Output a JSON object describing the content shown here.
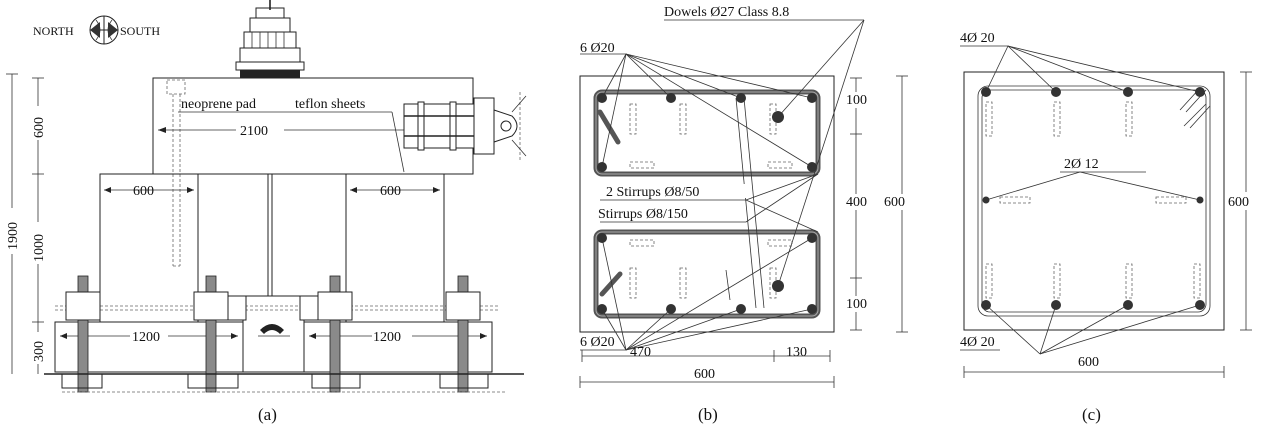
{
  "panel_a": {
    "compass": {
      "north": "NORTH",
      "south": "SOUTH"
    },
    "labels": {
      "neoprene": "neoprene pad",
      "teflon": "teflon sheets",
      "width_2100": "2100",
      "col_left": "600",
      "col_right": "600",
      "base_left": "1200",
      "base_right": "1200",
      "dim_1900": "1900",
      "dim_600": "600",
      "dim_1000": "1000",
      "dim_300": "300"
    },
    "caption": "(a)"
  },
  "panel_b": {
    "labels": {
      "dowels": "Dowels Ø27 Class 8.8",
      "top_bars": "6 Ø20",
      "bottom_bars": "6 Ø20",
      "stirrups_2": "2 Stirrups Ø8/50",
      "stirrups": "Stirrups Ø8/150",
      "dim_100_top": "100",
      "dim_400": "400",
      "dim_100_bot": "100",
      "dim_600_side": "600",
      "dim_470": "470",
      "dim_130": "130",
      "dim_600_bottom": "600"
    },
    "caption": "(b)"
  },
  "panel_c": {
    "labels": {
      "top_bars": "4Ø 20",
      "mid_bars": "2Ø 12",
      "bottom_bars": "4Ø 20",
      "dim_600_side": "600",
      "dim_600_bottom": "600"
    },
    "caption": "(c)"
  }
}
